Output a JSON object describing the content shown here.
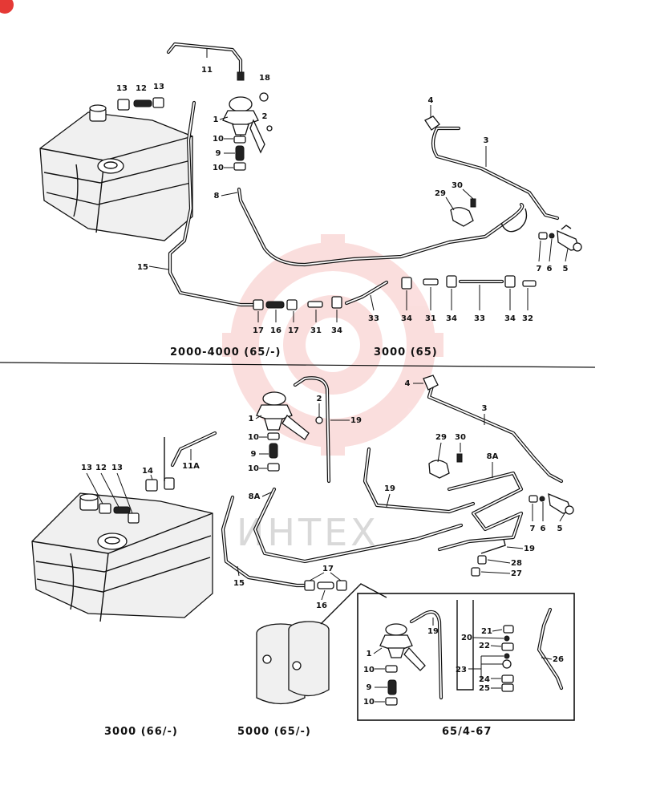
{
  "captions": {
    "top_left": "2000-4000 (65/-)",
    "top_right": "3000 (65)",
    "bottom_left": "3000 (66/-)",
    "bottom_mid": "5000 (65/-)",
    "bottom_right": "65/4-67"
  },
  "watermark": {
    "text": "ИНТЕХ",
    "color": "#e53935"
  },
  "corner_badge": {
    "color": "#e53935"
  },
  "part_labels": {
    "top": [
      "11",
      "13",
      "12",
      "13",
      "18",
      "1",
      "2",
      "10",
      "9",
      "10",
      "8",
      "15",
      "17",
      "16",
      "17",
      "31",
      "34",
      "33",
      "34",
      "31",
      "34",
      "33",
      "34",
      "32",
      "4",
      "3",
      "30",
      "29",
      "7",
      "6",
      "5"
    ],
    "bottom": [
      "4",
      "3",
      "2",
      "1",
      "19",
      "10",
      "9",
      "10",
      "14",
      "11A",
      "13",
      "12",
      "13",
      "8A",
      "15",
      "17",
      "16",
      "29",
      "30",
      "8A",
      "19",
      "7",
      "6",
      "5",
      "19",
      "28",
      "27",
      "19",
      "21",
      "20",
      "22",
      "1",
      "23",
      "24",
      "25",
      "10",
      "9",
      "10",
      "26"
    ]
  }
}
